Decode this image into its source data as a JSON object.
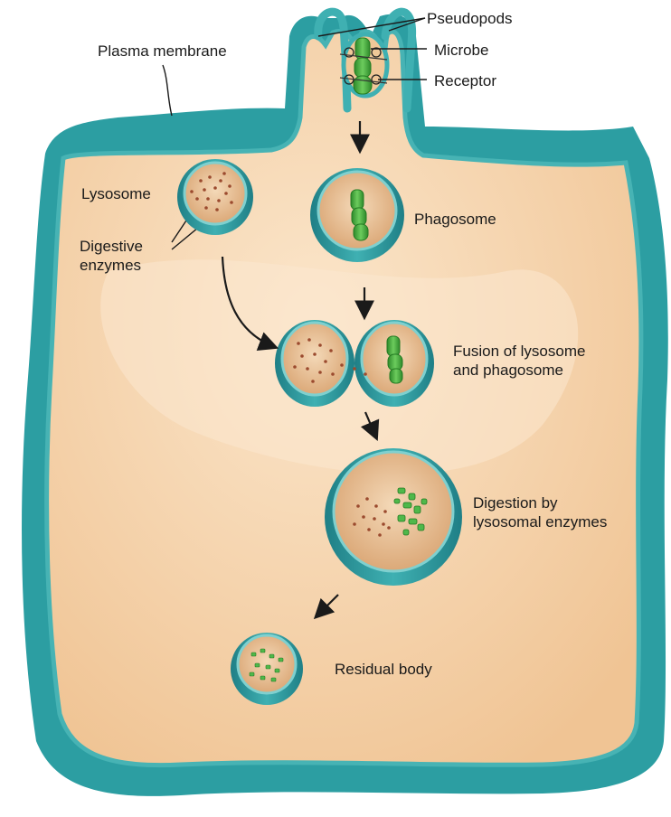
{
  "labels": {
    "pseudopods": "Pseudopods",
    "plasma_membrane": "Plasma membrane",
    "microbe": "Microbe",
    "receptor": "Receptor",
    "lysosome": "Lysosome",
    "digestive_line1": "Digestive",
    "digestive_line2": "enzymes",
    "phagosome": "Phagosome",
    "fusion_line1": "Fusion of lysosome",
    "fusion_line2": "and phagosome",
    "digestion_line1": "Digestion by",
    "digestion_line2": "lysosomal enzymes",
    "residual_body": "Residual body"
  },
  "colors": {
    "membrane_teal": "#3aa6a9",
    "membrane_dark": "#1f7f86",
    "cytoplasm": "#f3cfa4",
    "cytoplasm_light": "#f9e3c6",
    "vesicle_interior": "#e9bf94",
    "microbe_green": "#3fae3a",
    "enzyme_brown": "#9b4a2e",
    "arrow": "#1a1a1a"
  }
}
